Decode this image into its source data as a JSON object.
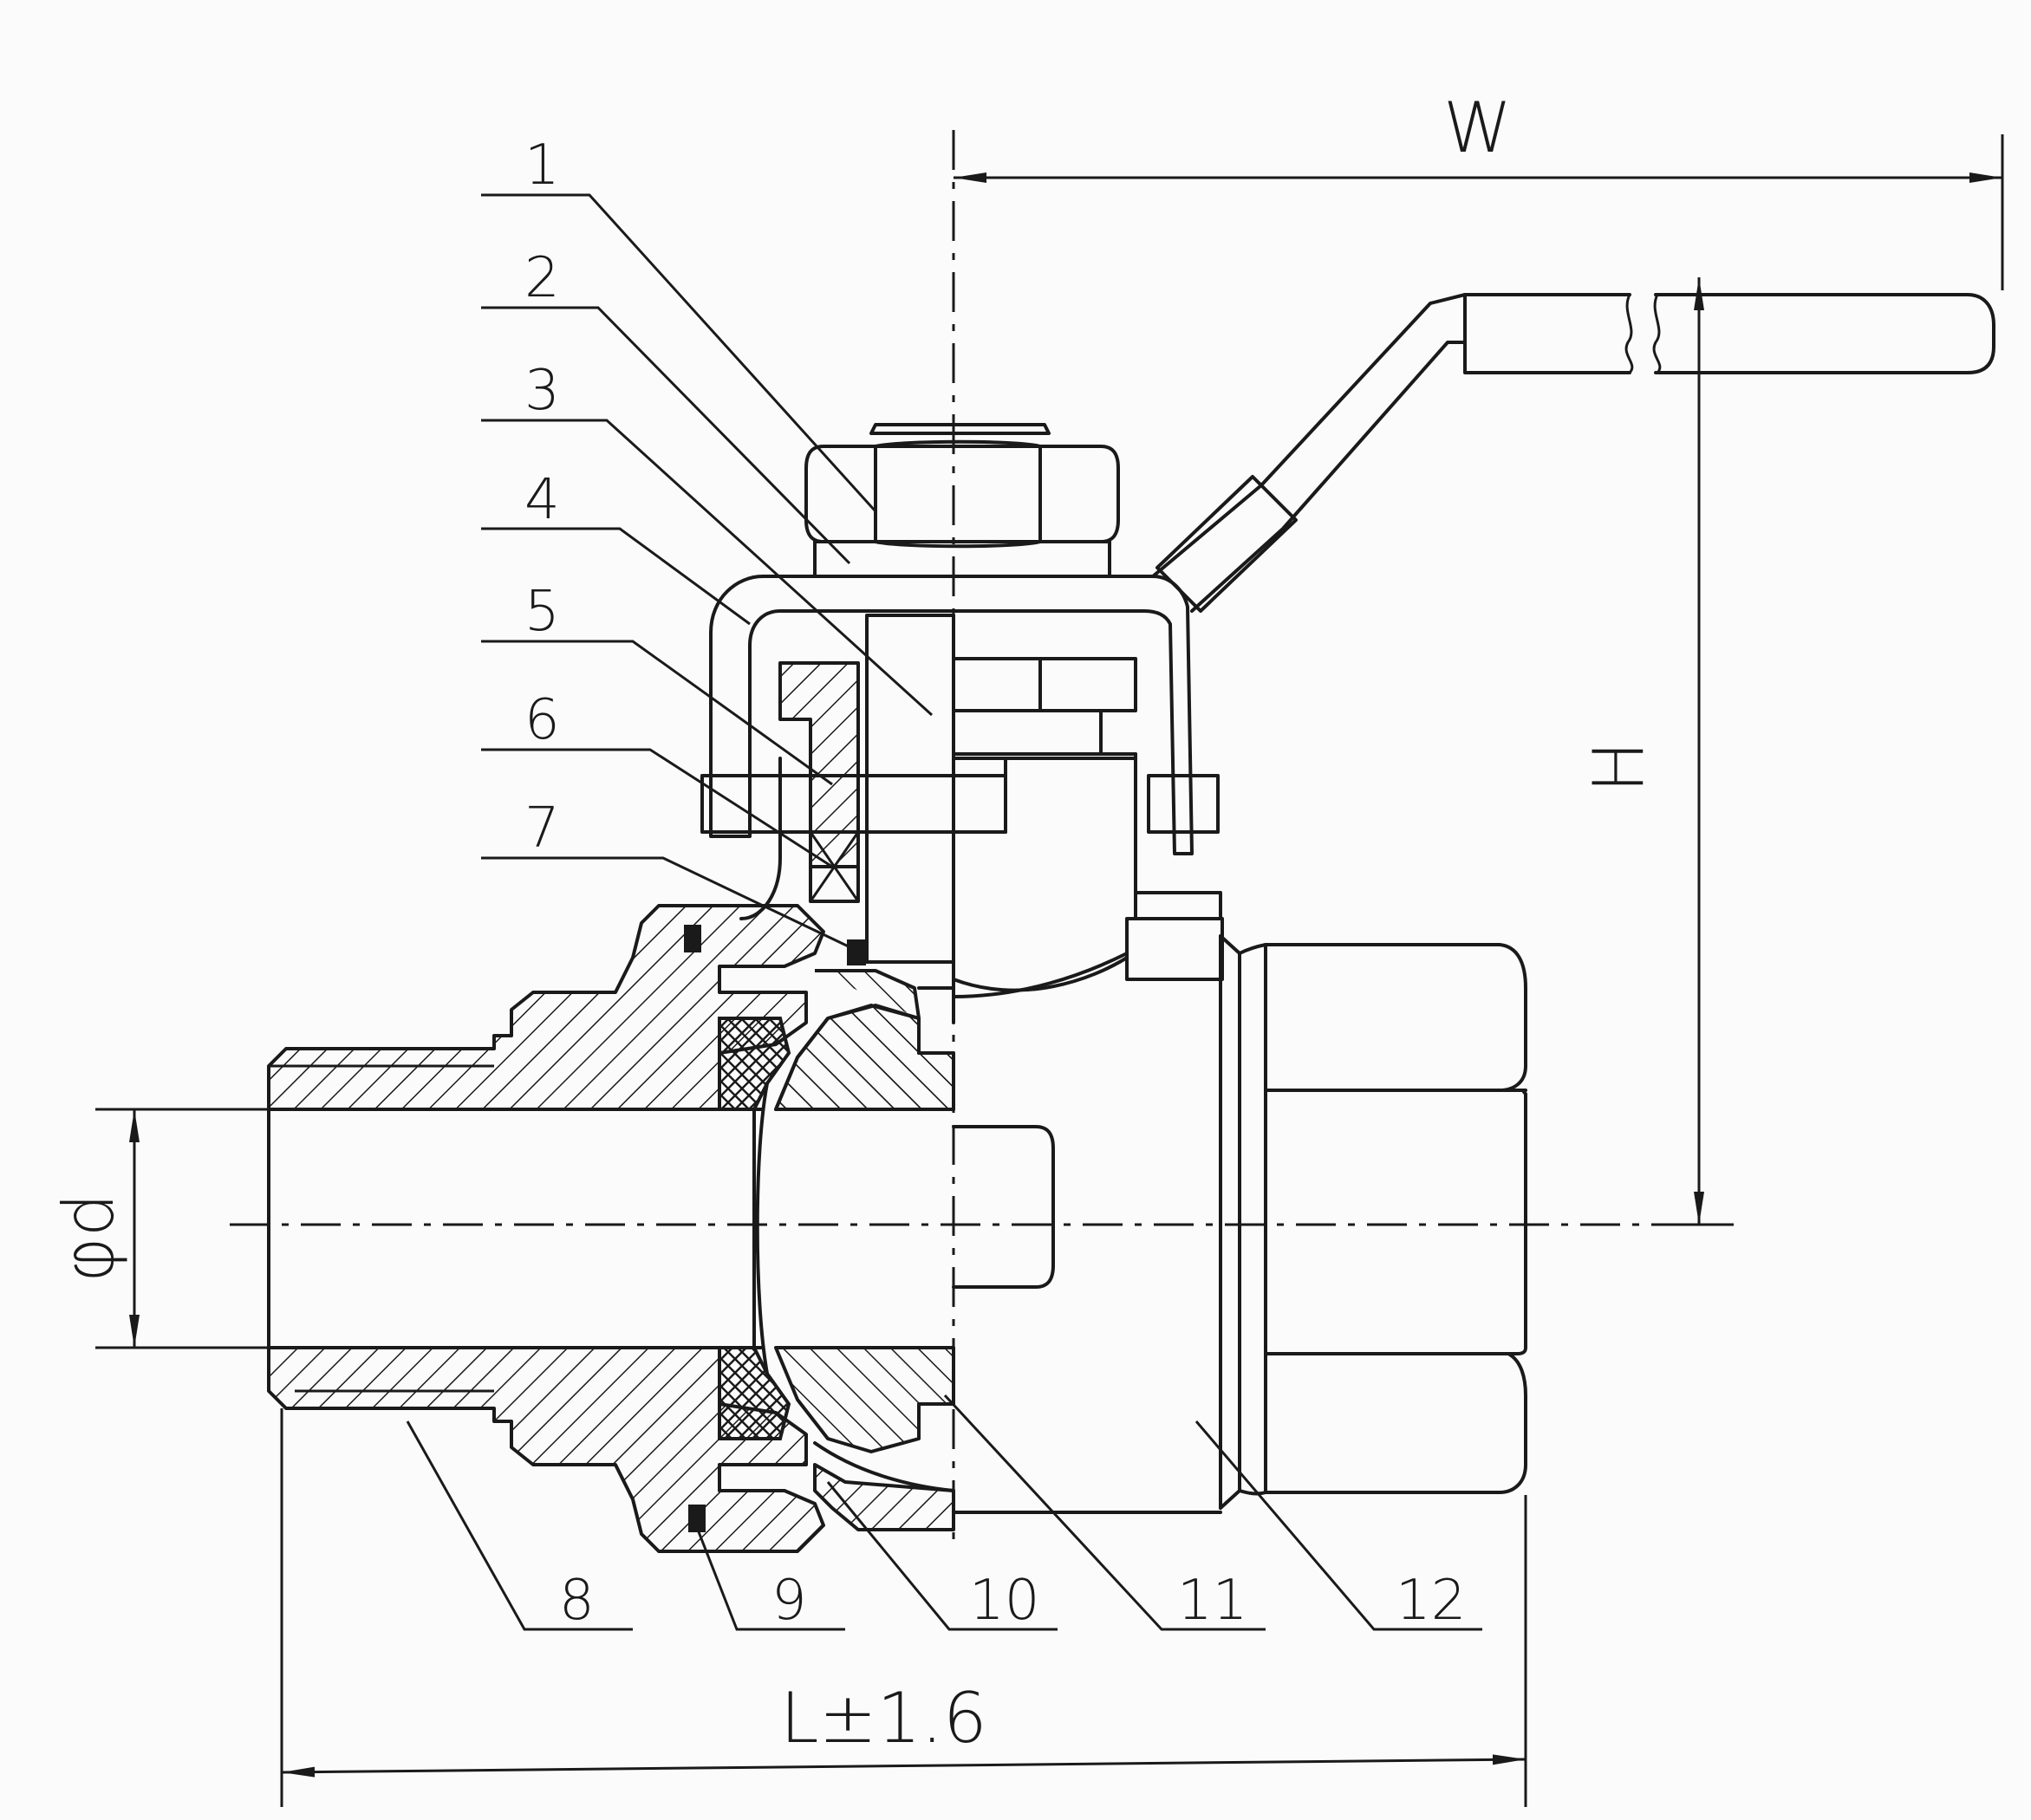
{
  "part_numbers": [
    "1",
    "2",
    "3",
    "4",
    "5",
    "6",
    "7",
    "8",
    "9",
    "10",
    "11",
    "12"
  ],
  "dimensions": {
    "width": "W",
    "height": "H",
    "length": "L±1.6",
    "bore": "φd"
  }
}
